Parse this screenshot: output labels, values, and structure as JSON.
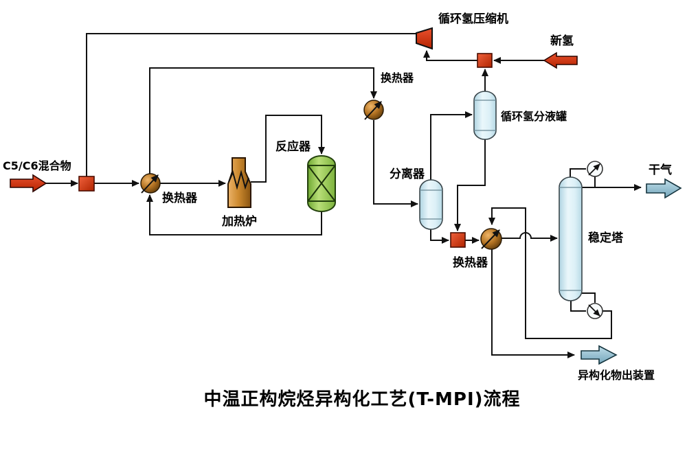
{
  "title": "中温正构烷烃异构化工艺(T-MPI)流程",
  "streams": {
    "feed": "C5/C6混合物",
    "fresh_hydrogen": "新氢",
    "dry_gas": "干气",
    "isomerate": "异构化物出装置"
  },
  "equipment": {
    "compressor": "循环氢压缩机",
    "exchanger_feed": "换热器",
    "furnace": "加热炉",
    "reactor": "反应器",
    "cooler": "换热器",
    "separator": "分离器",
    "drum": "循环氢分液罐",
    "exchanger_stab": "换热器",
    "stabilizer": "稳定塔"
  },
  "colors": {
    "line": "#111111",
    "red": "#D63418",
    "red_dark": "#8F1C00",
    "vessel_blue": "#D9EEF6",
    "reactor_green": "#9CCB53",
    "furnace_copper": "#C98A33",
    "exchanger_bronze": "#A96A1E",
    "stream_arrow_cyan": "#8FBCCE",
    "background": "#FFFFFF"
  }
}
